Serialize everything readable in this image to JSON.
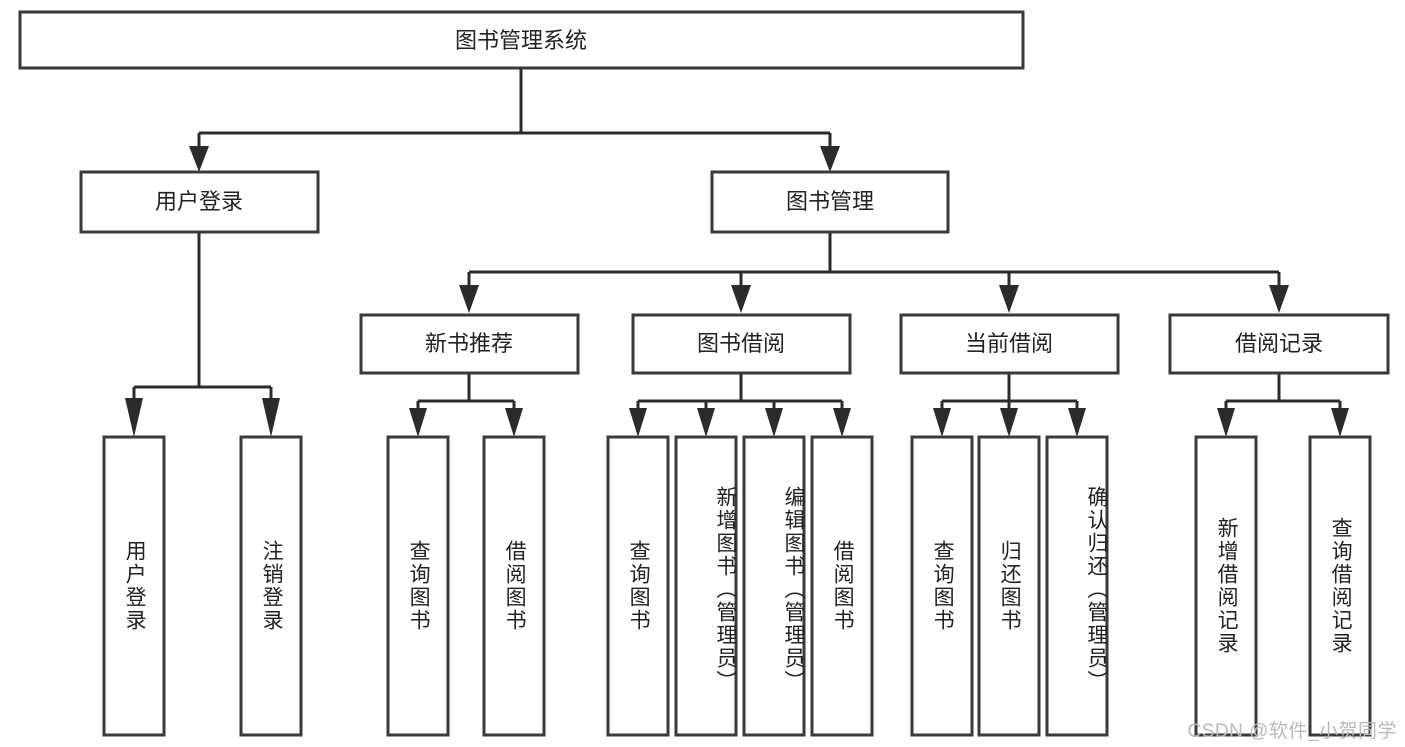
{
  "diagram": {
    "type": "tree-hierarchy-diagram",
    "title": "图书管理系统",
    "watermark": "CSDN @软件_小贺同学",
    "colors": {
      "background": "#ffffff",
      "box_stroke": "#3a3a3a",
      "connector": "#2b2b2b",
      "text": "#222222",
      "watermark": "#b9b9b9"
    },
    "levels": {
      "root": {
        "label": "图书管理系统",
        "orientation": "horizontal"
      },
      "level1": [
        {
          "label": "用户登录",
          "orientation": "horizontal"
        },
        {
          "label": "图书管理",
          "orientation": "horizontal"
        }
      ],
      "level2": [
        {
          "label": "新书推荐",
          "orientation": "horizontal",
          "parent": "图书管理"
        },
        {
          "label": "图书借阅",
          "orientation": "horizontal",
          "parent": "图书管理"
        },
        {
          "label": "当前借阅",
          "orientation": "horizontal",
          "parent": "图书管理"
        },
        {
          "label": "借阅记录",
          "orientation": "horizontal",
          "parent": "图书管理"
        }
      ],
      "leaves": [
        {
          "label": "用户登录",
          "orientation": "vertical",
          "parent": "用户登录"
        },
        {
          "label": "注销登录",
          "orientation": "vertical",
          "parent": "用户登录"
        },
        {
          "label": "查询图书",
          "orientation": "vertical",
          "parent": "新书推荐"
        },
        {
          "label": "借阅图书",
          "orientation": "vertical",
          "parent": "新书推荐"
        },
        {
          "label": "查询图书",
          "orientation": "vertical",
          "parent": "图书借阅"
        },
        {
          "label": "新增图书（管理员）",
          "orientation": "vertical",
          "parent": "图书借阅"
        },
        {
          "label": "编辑图书（管理员）",
          "orientation": "vertical",
          "parent": "图书借阅"
        },
        {
          "label": "借阅图书",
          "orientation": "vertical",
          "parent": "图书借阅"
        },
        {
          "label": "查询图书",
          "orientation": "vertical",
          "parent": "当前借阅"
        },
        {
          "label": "归还图书",
          "orientation": "vertical",
          "parent": "当前借阅"
        },
        {
          "label": "确认归还（管理员）",
          "orientation": "vertical",
          "parent": "当前借阅"
        },
        {
          "label": "新增借阅记录",
          "orientation": "vertical",
          "parent": "借阅记录"
        },
        {
          "label": "查询借阅记录",
          "orientation": "vertical",
          "parent": "借阅记录"
        }
      ]
    }
  }
}
